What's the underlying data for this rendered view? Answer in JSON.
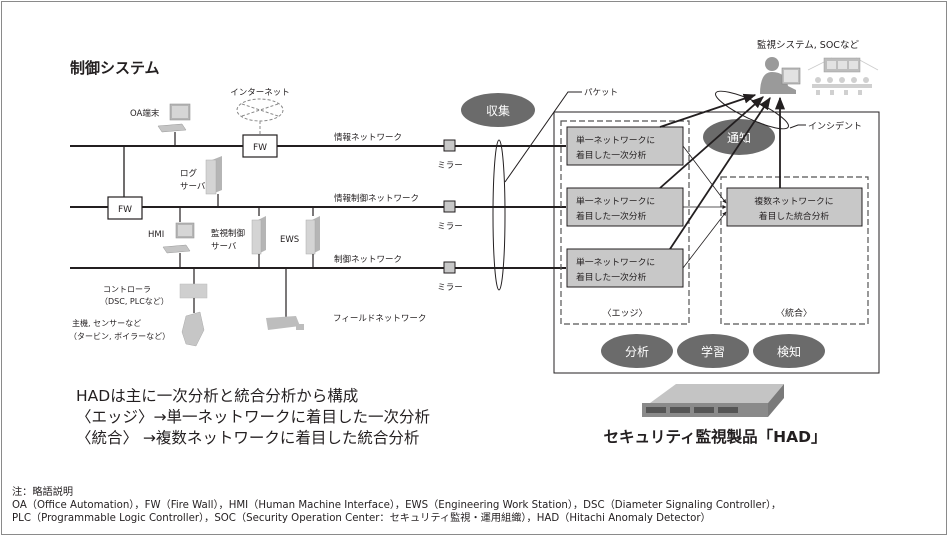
{
  "title": "制御システム",
  "networks": {
    "info": "情報ネットワーク",
    "info_control": "情報制御ネットワーク",
    "control": "制御ネットワーク",
    "field": "フィールドネットワーク"
  },
  "devices": {
    "internet": "インターネット",
    "oa_terminal": "OA端末",
    "fw1": "FW",
    "fw2": "FW",
    "log_server_line1": "ログ",
    "log_server_line2": "サーバ",
    "hmi": "HMI",
    "monitor_server_line1": "監視制御",
    "monitor_server_line2": "サーバ",
    "ews": "EWS",
    "controller_line1": "コントローラ",
    "controller_line2": "（DSC, PLCなど）",
    "main_unit_line1": "主機, センサーなど",
    "main_unit_line2": "（タービン, ボイラーなど）"
  },
  "mirror_label": "ミラー",
  "collect": "収集",
  "packet": "パケット",
  "notify": "通知",
  "incident": "インシデント",
  "soc_label": "監視システム, SOCなど",
  "edge_box": {
    "line1": "単一ネットワークに",
    "line2": "着目した一次分析"
  },
  "integrate_box": {
    "line1": "複数ネットワークに",
    "line2": "着目した統合分析"
  },
  "edge_label": "〈エッジ〉",
  "integrate_label": "〈統合〉",
  "functions": [
    "分析",
    "学習",
    "検知"
  ],
  "product_name": "セキュリティ監視製品「HAD」",
  "description": [
    "HADは主に一次分析と統合分析から構成",
    "〈エッジ〉→単一ネットワークに着目した一次分析",
    "〈統合〉 →複数ネットワークに着目した統合分析"
  ],
  "notes": {
    "heading": "注：略語説明",
    "line1": "OA（Office Automation），FW（Fire Wall），HMI（Human Machine Interface），EWS（Engineering Work Station），DSC（Diameter Signaling Controller），",
    "line2": "PLC（Programmable Logic Controller），SOC（Security Operation Center：セキュリティ監視・運用組織），HAD（Hitachi Anomaly Detector）"
  },
  "colors": {
    "line": "#231f20",
    "box_fill": "#c8c8c8",
    "ellipse_fill": "#6b6b6b",
    "icon_gray": "#b5b5b5",
    "dashed": "#555555"
  }
}
